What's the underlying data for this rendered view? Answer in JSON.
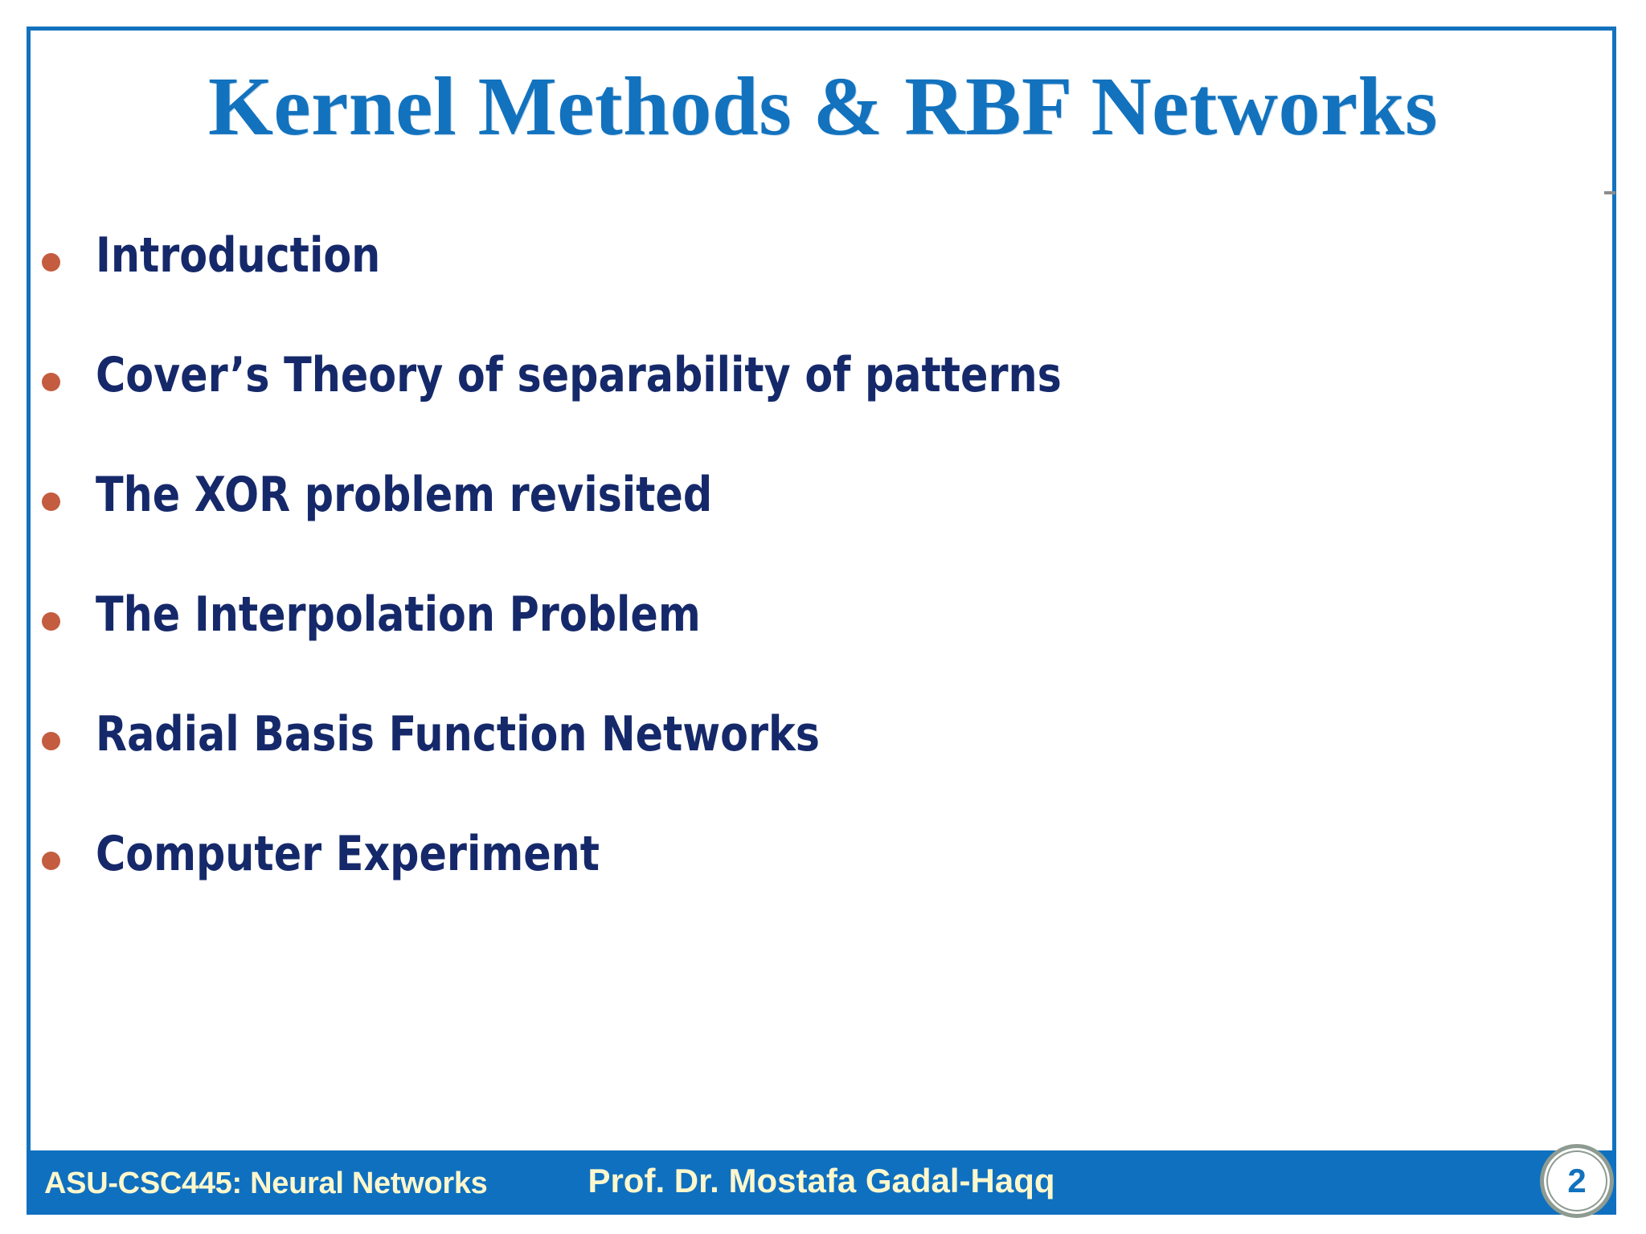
{
  "slide": {
    "title": "Kernel Methods & RBF Networks",
    "outline_items": [
      {
        "label": "Introduction"
      },
      {
        "label": "Cover’s Theory of separability of patterns"
      },
      {
        "label": "The XOR problem revisited"
      },
      {
        "label": "The Interpolation Problem"
      },
      {
        "label": "Radial Basis Function Networks"
      },
      {
        "label": "Computer Experiment"
      }
    ]
  },
  "footer": {
    "course": "ASU-CSC445: Neural Networks",
    "presenter": "Prof. Dr. Mostafa Gadal-Haqq",
    "page_number": "2"
  },
  "colors": {
    "title_blue": "#1272be",
    "frame_blue": "#1272be",
    "bullet_text_navy": "#15296a",
    "bullet_dot_terracotta": "#c45c3f",
    "footer_bar_blue": "#0f70c0",
    "footer_text_cream": "#fdf7cc",
    "badge_ring_sage": "#8d9b91",
    "page_number_blue": "#1272be",
    "background": "#ffffff"
  }
}
